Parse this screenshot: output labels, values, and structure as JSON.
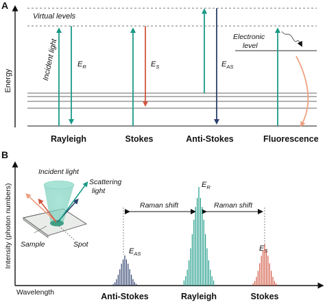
{
  "panel_a": {
    "label": "A",
    "y_axis_label": "Energy",
    "virtual_levels_label": "Virtual levels",
    "incident_light_label": "Incident light",
    "electronic_level_line1": "Electronic",
    "electronic_level_line2": "level",
    "energies": {
      "rayleigh": {
        "main": "E",
        "sub": "R"
      },
      "stokes": {
        "main": "E",
        "sub": "S"
      },
      "anti_stokes": {
        "main": "E",
        "sub": "AS"
      }
    },
    "processes": [
      "Rayleigh",
      "Stokes",
      "Anti-Stokes",
      "Fluorescence"
    ],
    "colors": {
      "teal": "#1a9a86",
      "red": "#d0553f",
      "navy": "#2c3e6b",
      "salmon": "#eea07e",
      "gray": "#555555"
    }
  },
  "panel_b": {
    "label": "B",
    "y_axis_label": "Intensity (photon numbers)",
    "x_axis_label": "Wavelength",
    "incident_light_label": "Incident light",
    "scattering_light_line1": "Scattering",
    "scattering_light_line2": "light",
    "sample_label": "Sample",
    "spot_label": "Spot",
    "raman_shift_left": "Raman shift",
    "raman_shift_right": "Raman shift",
    "peaks": [
      {
        "name": "Anti-Stokes",
        "energy_main": "E",
        "energy_sub": "AS",
        "color": "#2c3e6b"
      },
      {
        "name": "Rayleigh",
        "energy_main": "E",
        "energy_sub": "R",
        "color": "#1a9a86"
      },
      {
        "name": "Stokes",
        "energy_main": "E",
        "energy_sub": "S",
        "color": "#d0553f"
      }
    ]
  }
}
